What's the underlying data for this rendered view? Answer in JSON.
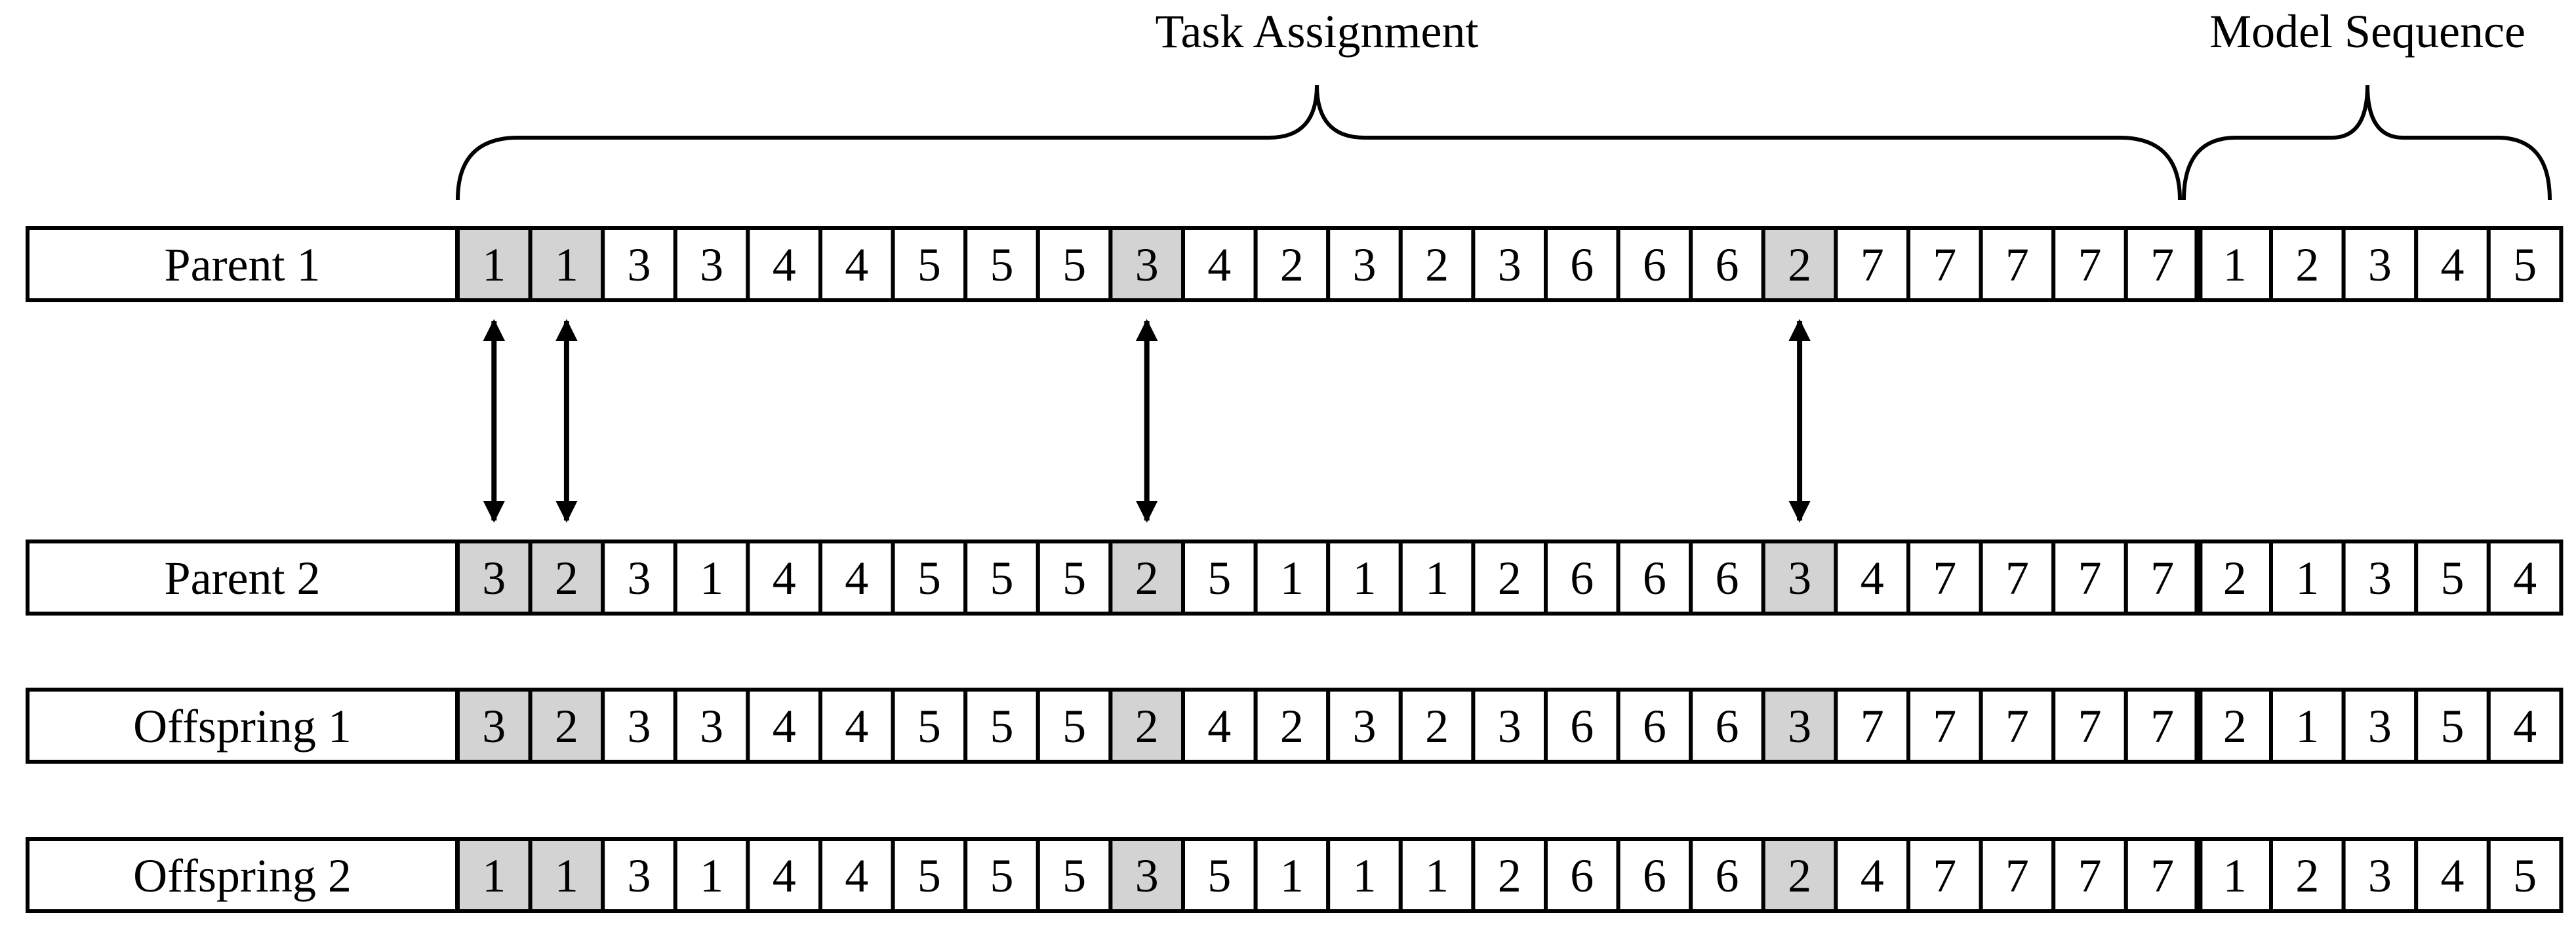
{
  "headers": {
    "task_assignment": "Task Assignment",
    "model_sequence": "Model Sequence"
  },
  "rows": [
    {
      "label": "Parent 1",
      "task_genes": [
        "1",
        "1",
        "3",
        "3",
        "4",
        "4",
        "5",
        "5",
        "5",
        "3",
        "4",
        "2",
        "3",
        "2",
        "3",
        "6",
        "6",
        "6",
        "2",
        "7",
        "7",
        "7",
        "7",
        "7"
      ],
      "model_genes": [
        "1",
        "2",
        "3",
        "4",
        "5"
      ]
    },
    {
      "label": "Parent 2",
      "task_genes": [
        "3",
        "2",
        "3",
        "1",
        "4",
        "4",
        "5",
        "5",
        "5",
        "2",
        "5",
        "1",
        "1",
        "1",
        "2",
        "6",
        "6",
        "6",
        "3",
        "4",
        "7",
        "7",
        "7",
        "7"
      ],
      "model_genes": [
        "2",
        "1",
        "3",
        "5",
        "4"
      ]
    },
    {
      "label": "Offspring 1",
      "task_genes": [
        "3",
        "2",
        "3",
        "3",
        "4",
        "4",
        "5",
        "5",
        "5",
        "2",
        "4",
        "2",
        "3",
        "2",
        "3",
        "6",
        "6",
        "6",
        "3",
        "7",
        "7",
        "7",
        "7",
        "7"
      ],
      "model_genes": [
        "2",
        "1",
        "3",
        "5",
        "4"
      ]
    },
    {
      "label": "Offspring 2",
      "task_genes": [
        "1",
        "1",
        "3",
        "1",
        "4",
        "4",
        "5",
        "5",
        "5",
        "3",
        "5",
        "1",
        "1",
        "1",
        "2",
        "6",
        "6",
        "6",
        "2",
        "4",
        "7",
        "7",
        "7",
        "7"
      ],
      "model_genes": [
        "1",
        "2",
        "3",
        "4",
        "5"
      ]
    }
  ],
  "highlighted_positions": [
    0,
    1,
    9,
    18
  ],
  "colors": {
    "highlight": "#d3d3d3",
    "cell": "#ffffff",
    "border": "#000000"
  }
}
